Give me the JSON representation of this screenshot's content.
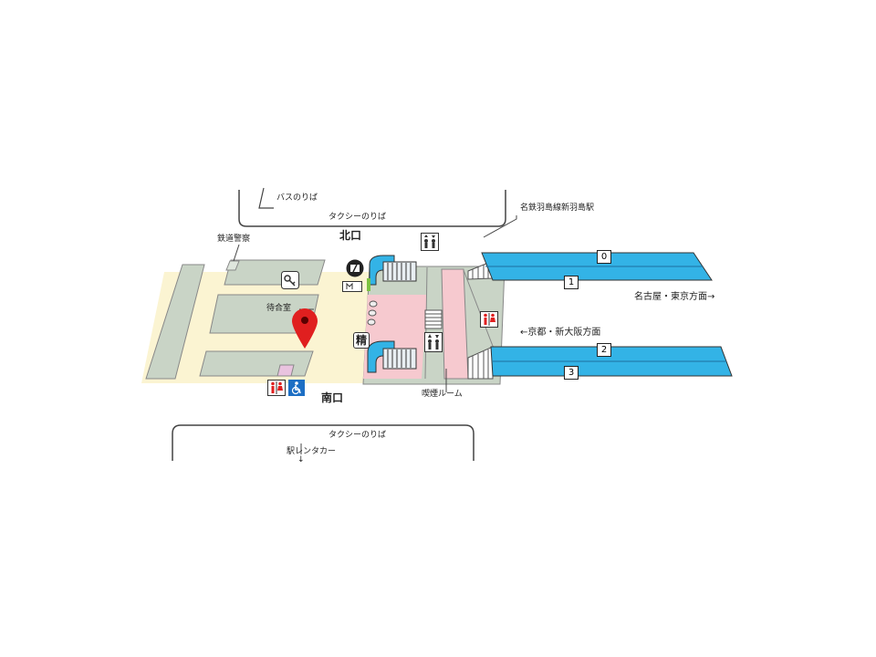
{
  "map": {
    "labels": {
      "bus_stop": "バスのりば",
      "taxi_north": "タクシーのりば",
      "meitetsu": "名鉄羽島線新羽島駅",
      "north_exit": "北口",
      "railway_police": "鉄道警察",
      "waiting_room": "待合室",
      "nagoya_tokyo": "名古屋・東京方面→",
      "kyoto_osaka": "←京都・新大阪方面",
      "fare_adjust": "精",
      "smoking_room": "喫煙ルーム",
      "south_exit": "南口",
      "taxi_south": "タクシーのりば",
      "rent_a_car": "駅レンタカー",
      "rent_a_car_arrow": "↓"
    },
    "platforms": [
      "0",
      "1",
      "2",
      "3"
    ],
    "icons": {
      "toilet": "toilet-icon",
      "wheelchair": "wheelchair-icon",
      "elevator": "elevator-icon",
      "locker": "coin-locker-icon",
      "pin": "location-pin-icon",
      "atm": "atm-icon"
    },
    "colors": {
      "track": "#33b3e6",
      "plaza": "#fbf4d2",
      "building": "#c9d4c6",
      "concourse": "#f6c9cf",
      "pin": "#e01f1f"
    }
  }
}
